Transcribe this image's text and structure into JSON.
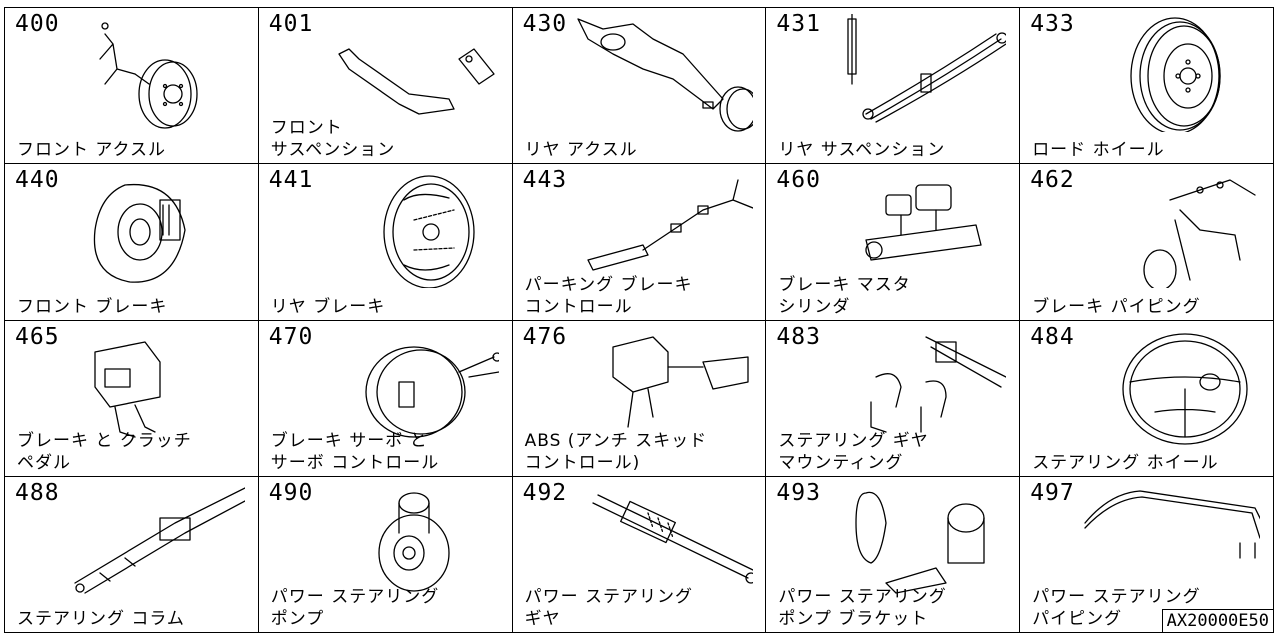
{
  "cells": [
    {
      "code": "400",
      "label": "フロント アクスル",
      "icon": "front-axle-icon"
    },
    {
      "code": "401",
      "label": "フロント\nサスペンション",
      "icon": "front-suspension-icon"
    },
    {
      "code": "430",
      "label": "リヤ アクスル",
      "icon": "rear-axle-icon"
    },
    {
      "code": "431",
      "label": "リヤ サスペンション",
      "icon": "rear-suspension-icon"
    },
    {
      "code": "433",
      "label": "ロード ホイール",
      "icon": "road-wheel-icon"
    },
    {
      "code": "440",
      "label": "フロント ブレーキ",
      "icon": "front-brake-icon"
    },
    {
      "code": "441",
      "label": "リヤ ブレーキ",
      "icon": "rear-brake-icon"
    },
    {
      "code": "443",
      "label": "パーキング ブレーキ\nコントロール",
      "icon": "parking-brake-icon"
    },
    {
      "code": "460",
      "label": "ブレーキ マスタ\nシリンダ",
      "icon": "master-cylinder-icon"
    },
    {
      "code": "462",
      "label": "ブレーキ パイピング",
      "icon": "brake-piping-icon"
    },
    {
      "code": "465",
      "label": "ブレーキ と クラッチ\nペダル",
      "icon": "pedal-icon"
    },
    {
      "code": "470",
      "label": "ブレーキ サーボ と\nサーボ コントロール",
      "icon": "brake-servo-icon"
    },
    {
      "code": "476",
      "label": "ABS (アンチ スキッド\nコントロール)",
      "icon": "abs-unit-icon"
    },
    {
      "code": "483",
      "label": "ステアリング ギヤ\nマウンティング",
      "icon": "steering-mount-icon"
    },
    {
      "code": "484",
      "label": "ステアリング ホイール",
      "icon": "steering-wheel-icon"
    },
    {
      "code": "488",
      "label": "ステアリング コラム",
      "icon": "steering-column-icon"
    },
    {
      "code": "490",
      "label": "パワー ステアリング\nポンプ",
      "icon": "ps-pump-icon"
    },
    {
      "code": "492",
      "label": "パワー ステアリング\nギヤ",
      "icon": "steering-gear-icon"
    },
    {
      "code": "493",
      "label": "パワー ステアリング\nポンプ ブラケット",
      "icon": "pump-bracket-icon"
    },
    {
      "code": "497",
      "label": "パワー ステアリング\nパイピング",
      "icon": "ps-piping-icon"
    }
  ],
  "reference_code": "AX20000E50"
}
